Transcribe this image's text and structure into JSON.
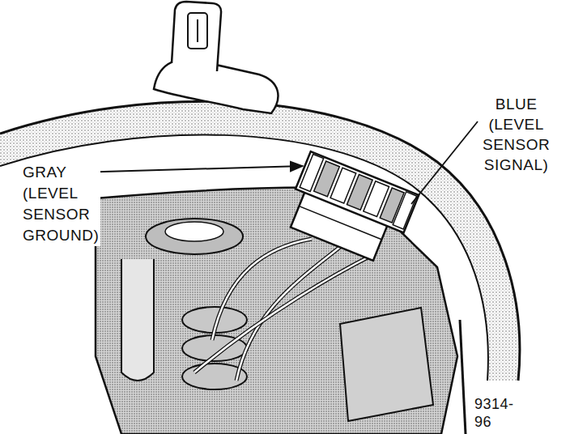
{
  "diagram": {
    "labels": [
      "GRAY (LEVEL SENSOR GROUND)",
      "BLUE (LEVEL SENSOR SIGNAL)",
      "9314-96"
    ]
  }
}
